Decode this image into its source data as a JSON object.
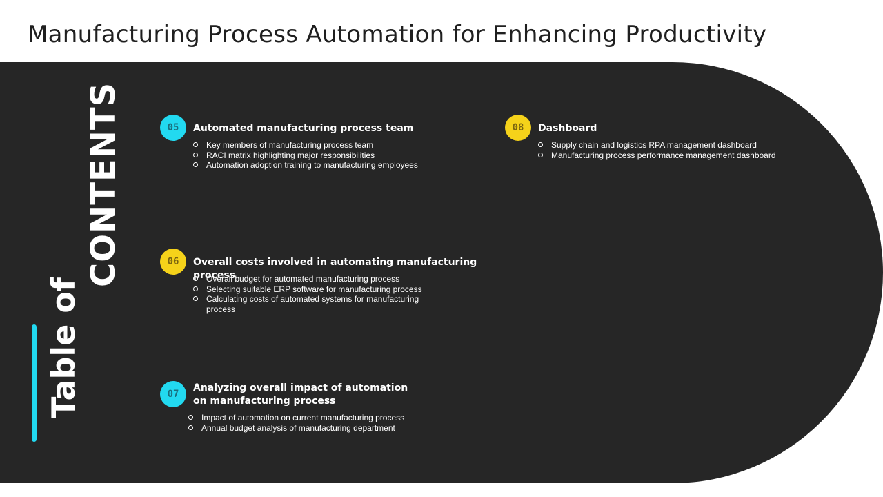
{
  "title": "Manufacturing Process Automation for Enhancing Productivity",
  "side_heading": {
    "line1": "Table of",
    "line2": "CONTENTS"
  },
  "colors": {
    "panel": "#262626",
    "cyan": "#22d9f0",
    "yellow": "#f5d21a"
  },
  "sections": [
    {
      "number": "05",
      "title": "Automated manufacturing process team",
      "items": [
        "Key members of manufacturing process team",
        "RACI matrix highlighting major responsibilities",
        "Automation adoption training to manufacturing employees"
      ]
    },
    {
      "number": "06",
      "title": "Overall costs involved in automating manufacturing process",
      "items": [
        "Overall budget for automated manufacturing process",
        "Selecting suitable ERP software for manufacturing process",
        "Calculating costs of automated systems for manufacturing process"
      ]
    },
    {
      "number": "07",
      "title": "Analyzing overall impact of automation on manufacturing process",
      "items": [
        "Impact of automation on current manufacturing process",
        "Annual budget analysis of manufacturing department"
      ]
    },
    {
      "number": "08",
      "title": "Dashboard",
      "items": [
        "Supply chain and logistics RPA management dashboard",
        "Manufacturing process performance management dashboard"
      ]
    }
  ]
}
